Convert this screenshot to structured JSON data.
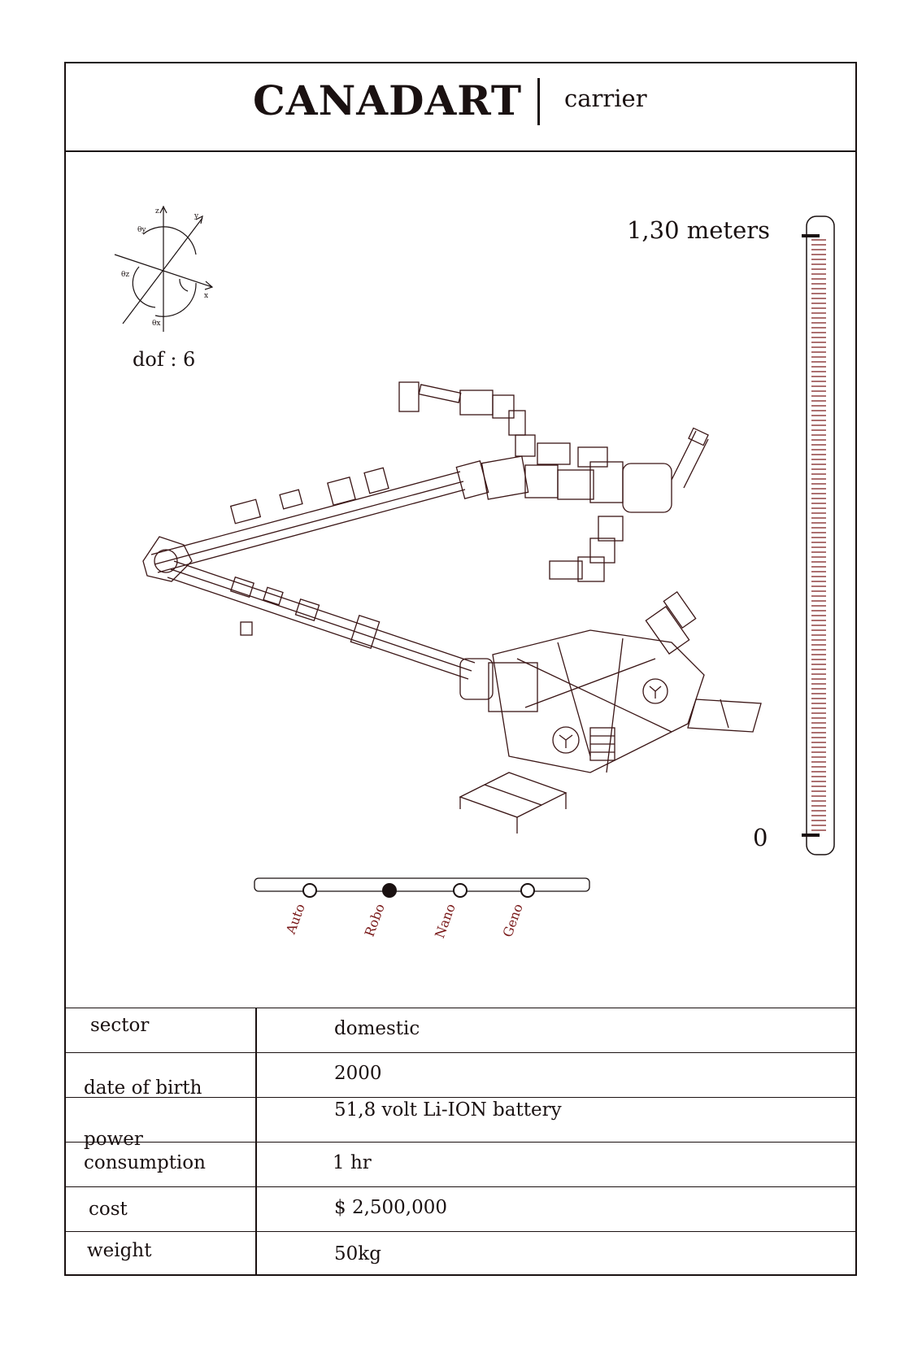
{
  "header": {
    "title": "CANADART",
    "subtitle": "carrier"
  },
  "axes": {
    "dof_label": "dof : 6",
    "axis_labels": [
      "z",
      "y",
      "x",
      "θy",
      "θz",
      "θx"
    ]
  },
  "ruler": {
    "top_label": "1,30 meters",
    "bottom_label": "0"
  },
  "slider": {
    "options": [
      "Auto",
      "Robo",
      "Nano",
      "Geno"
    ],
    "selected": "Robo"
  },
  "specs": [
    {
      "label": "sector",
      "value": "domestic"
    },
    {
      "label": "date of birth",
      "value": "2000"
    },
    {
      "label": "power",
      "value": "51,8 volt Li-ION battery"
    },
    {
      "label": "consumption",
      "value": "1 hr"
    },
    {
      "label": "cost",
      "value": "$ 2,500,000"
    },
    {
      "label": "weight",
      "value": "50kg"
    }
  ],
  "colors": {
    "ink": "#1a1111",
    "accent": "#7a1a1a"
  }
}
